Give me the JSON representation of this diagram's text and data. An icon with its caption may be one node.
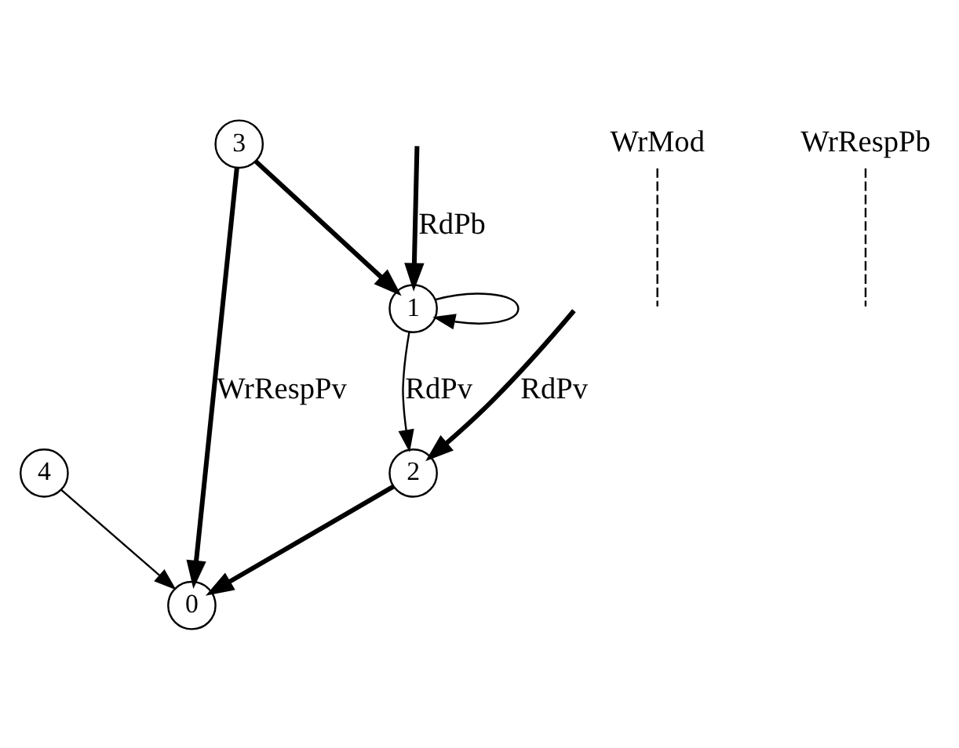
{
  "diagram": {
    "nodes": [
      {
        "text": [
          "0"
        ]
      },
      {
        "text": [
          "1"
        ]
      },
      {
        "text": [
          "WrMod"
        ]
      },
      {
        "text": [
          "4"
        ]
      },
      {
        "text": [
          "3"
        ]
      },
      {
        "text": [
          "2"
        ]
      },
      {
        "text": [
          "WrRespPb"
        ]
      }
    ],
    "edges": [
      {
        "from": null,
        "to": 1,
        "arrow": "to",
        "label": "RdPb",
        "style": "thick"
      },
      {
        "from": 1,
        "to": 1,
        "arrow": "to"
      },
      {
        "from": 3,
        "to": 0,
        "arrow": "to"
      },
      {
        "from": 1,
        "to": 5,
        "arrow": "to",
        "label": "RdPv"
      },
      {
        "from": 4,
        "to": 0,
        "arrow": "to",
        "label": "WrRespPv",
        "style": "thick"
      },
      {
        "from": 4,
        "to": 1,
        "arrow": "to",
        "style": "thick"
      },
      {
        "from": 5,
        "to": 0,
        "arrow": "to",
        "style": "thick"
      },
      {
        "from": null,
        "to": 5,
        "arrow": "to",
        "label": "RdPv",
        "style": "thick"
      },
      {
        "from": 2,
        "to": null,
        "arrow": "none",
        "style": "dashed"
      },
      {
        "from": 6,
        "to": null,
        "arrow": "none",
        "style": "dashed"
      }
    ]
  }
}
